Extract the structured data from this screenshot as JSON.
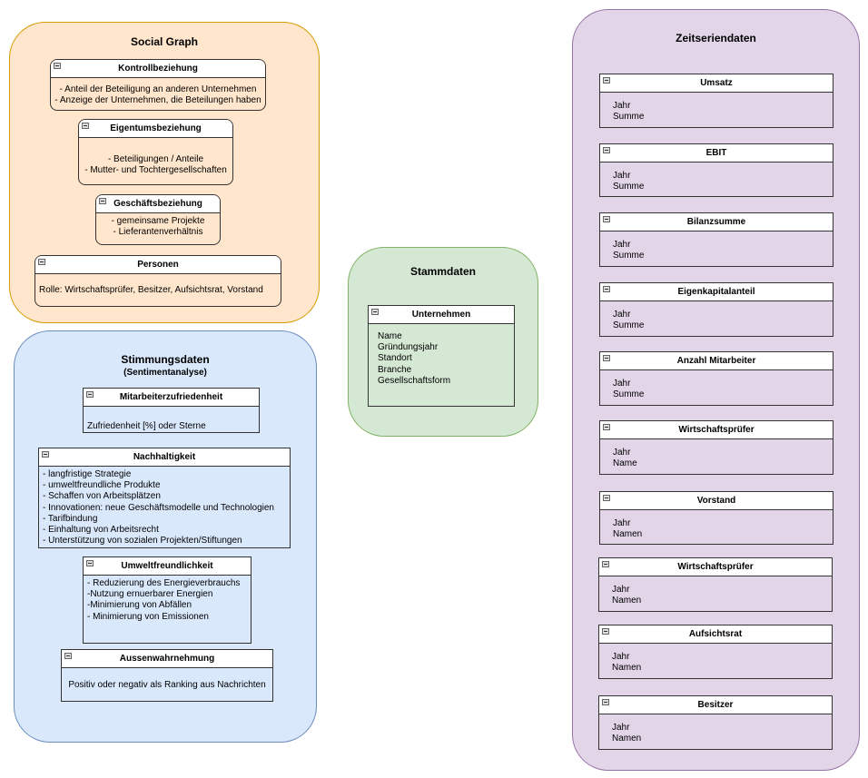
{
  "groups": {
    "social": {
      "title": "Social Graph",
      "fill": "#ffe6cc",
      "stroke": "#d79b00",
      "boxes": [
        {
          "title": "Kontrollbeziehung",
          "lines": [
            "- Anteil der Beteiligung an anderen Unternehmen",
            "- Anzeige der Unternehmen, die Beteilungen haben"
          ]
        },
        {
          "title": "Eigentumsbeziehung",
          "lines": [
            "- Beteiligungen / Anteile",
            "- Mutter- und Tochtergesellschaften"
          ]
        },
        {
          "title": "Geschäftsbeziehung",
          "lines": [
            "- gemeinsame Projekte",
            "- Lieferantenverhältnis"
          ]
        },
        {
          "title": "Personen",
          "lines": [
            "Rolle: Wirtschaftsprüfer, Besitzer, Aufsichtsrat, Vorstand"
          ]
        }
      ]
    },
    "stimmung": {
      "title": "Stimmungsdaten",
      "subtitle": "(Sentimentanalyse)",
      "fill": "#dae8fc",
      "stroke": "#6c8ebf",
      "boxes": [
        {
          "title": "Mitarbeiterzufriedenheit",
          "lines": [
            "Zufriedenheit [%] oder Sterne"
          ]
        },
        {
          "title": "Nachhaltigkeit",
          "lines": [
            "- langfristige Strategie",
            "- umweltfreundliche Produkte",
            "- Schaffen von Arbeitsplätzen",
            "- Innovationen: neue Geschäftsmodelle und Technologien",
            "- Tarifbindung",
            "- Einhaltung von Arbeitsrecht",
            "- Unterstützung von sozialen Projekten/Stiftungen"
          ]
        },
        {
          "title": "Umweltfreundlichkeit",
          "lines": [
            "- Reduzierung des Energieverbrauchs",
            "-Nutzung ernuerbarer Energien",
            "-Minimierung von Abfällen",
            "- Minimierung von Emissionen"
          ]
        },
        {
          "title": "Aussenwahrnehmung",
          "lines": [
            "Positiv oder negativ als Ranking aus Nachrichten"
          ]
        }
      ]
    },
    "stamm": {
      "title": "Stammdaten",
      "fill": "#d5e8d4",
      "stroke": "#82b366",
      "boxes": [
        {
          "title": "Unternehmen",
          "lines": [
            "Name",
            "Gründungsjahr",
            "Standort",
            "Branche",
            "Gesellschaftsform"
          ]
        }
      ]
    },
    "zeit": {
      "title": "Zeitseriendaten",
      "fill": "#e1d5e7",
      "stroke": "#9673a6",
      "boxes": [
        {
          "title": "Umsatz",
          "lines": [
            "Jahr",
            "Summe"
          ]
        },
        {
          "title": "EBIT",
          "lines": [
            "Jahr",
            "Summe"
          ]
        },
        {
          "title": "Bilanzsumme",
          "lines": [
            "Jahr",
            "Summe"
          ]
        },
        {
          "title": "Eigenkapitalanteil",
          "lines": [
            "Jahr",
            "Summe"
          ]
        },
        {
          "title": "Anzahl Mitarbeiter",
          "lines": [
            "Jahr",
            "Summe"
          ]
        },
        {
          "title": "Wirtschaftsprüfer",
          "lines": [
            "Jahr",
            "Name"
          ]
        },
        {
          "title": "Vorstand",
          "lines": [
            "Jahr",
            "Namen"
          ]
        },
        {
          "title": "Wirtschaftsprüfer",
          "lines": [
            "Jahr",
            "Namen"
          ]
        },
        {
          "title": "Aufsichtsrat",
          "lines": [
            "Jahr",
            "Namen"
          ]
        },
        {
          "title": "Besitzer",
          "lines": [
            "Jahr",
            "Namen"
          ]
        }
      ]
    }
  }
}
